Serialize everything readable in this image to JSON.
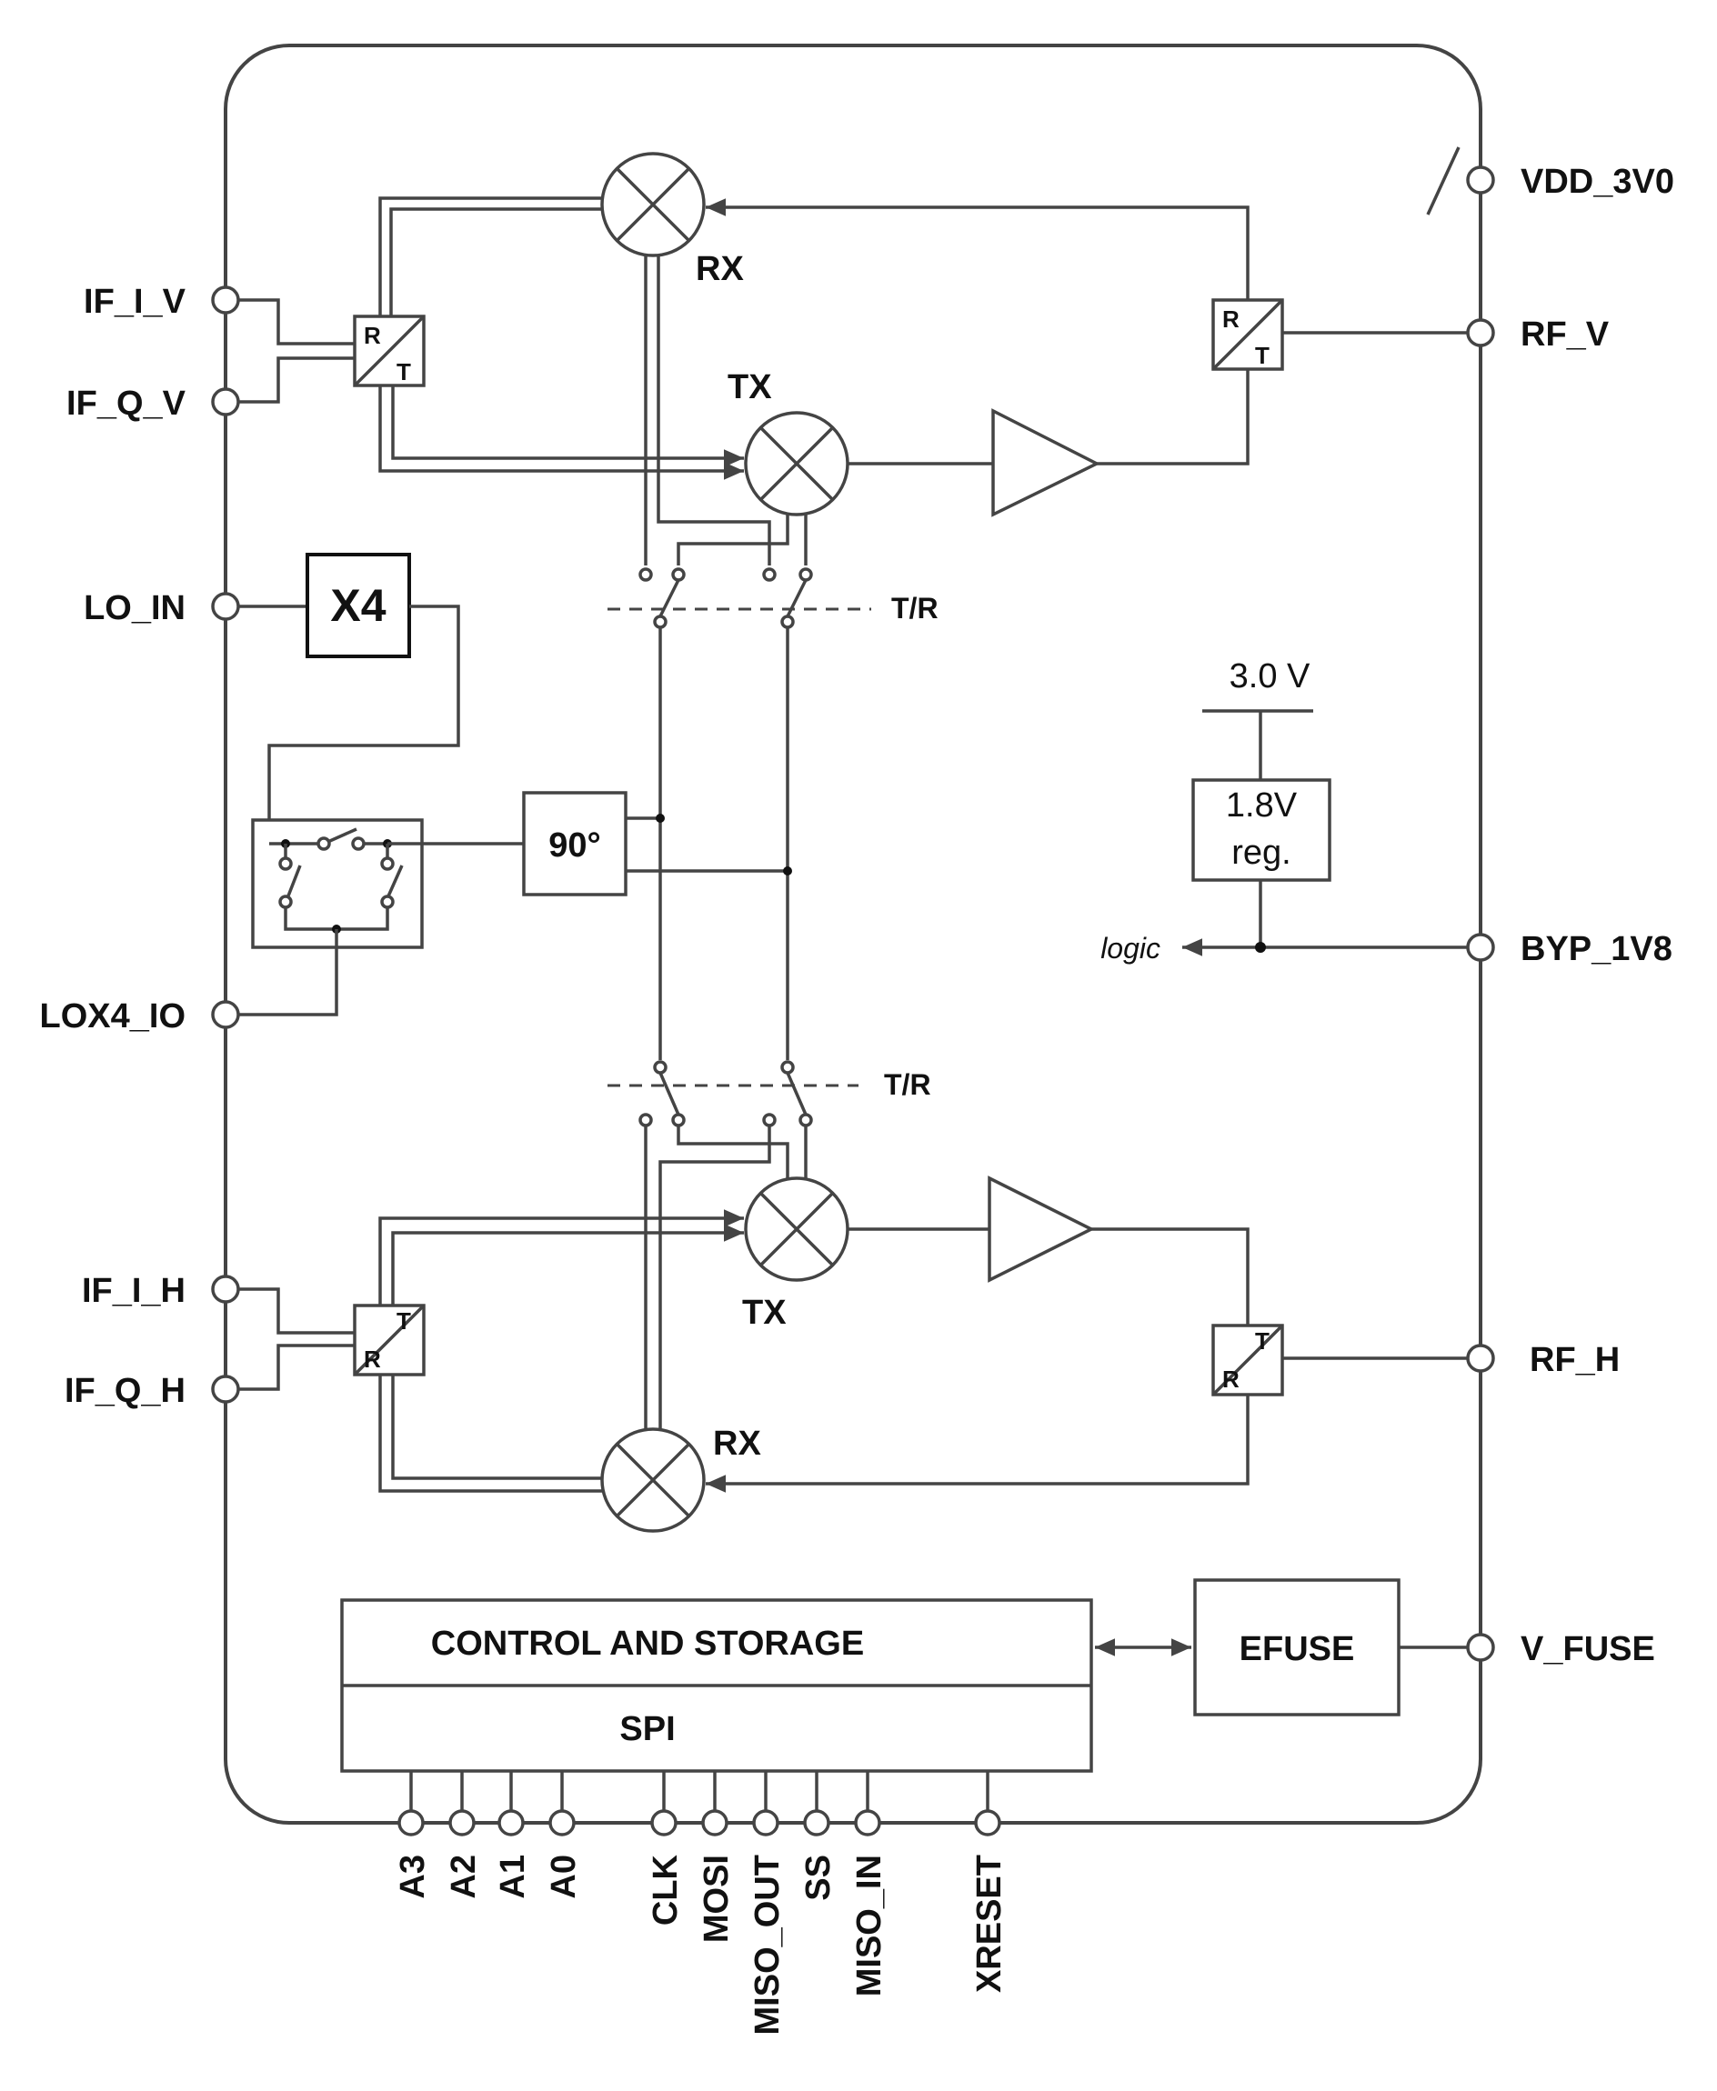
{
  "pins": {
    "left": [
      "IF_I_V",
      "IF_Q_V",
      "LO_IN",
      "LOX4_IO",
      "IF_I_H",
      "IF_Q_H"
    ],
    "right": [
      "VDD_3V0",
      "RF_V",
      "BYP_1V8",
      "RF_H",
      "V_FUSE"
    ],
    "bottom": [
      "A3",
      "A2",
      "A1",
      "A0",
      "CLK",
      "MOSI",
      "MISO_OUT",
      "SS",
      "MISO_IN",
      "XRESET"
    ]
  },
  "mixers": {
    "rx_top": "RX",
    "tx_top": "TX",
    "tx_bottom": "TX",
    "rx_bottom": "RX"
  },
  "switch_labels": {
    "top": "T/R",
    "bottom": "T/R"
  },
  "blocks": {
    "multiplier": "X4",
    "phase_shifter": "90°",
    "regulator_input": "3.0 V",
    "regulator_line1": "1.8V",
    "regulator_line2": "reg.",
    "logic": "logic",
    "control": "CONTROL AND STORAGE",
    "spi": "SPI",
    "efuse": "EFUSE"
  },
  "rt_letters": {
    "r": "R",
    "t": "T"
  }
}
